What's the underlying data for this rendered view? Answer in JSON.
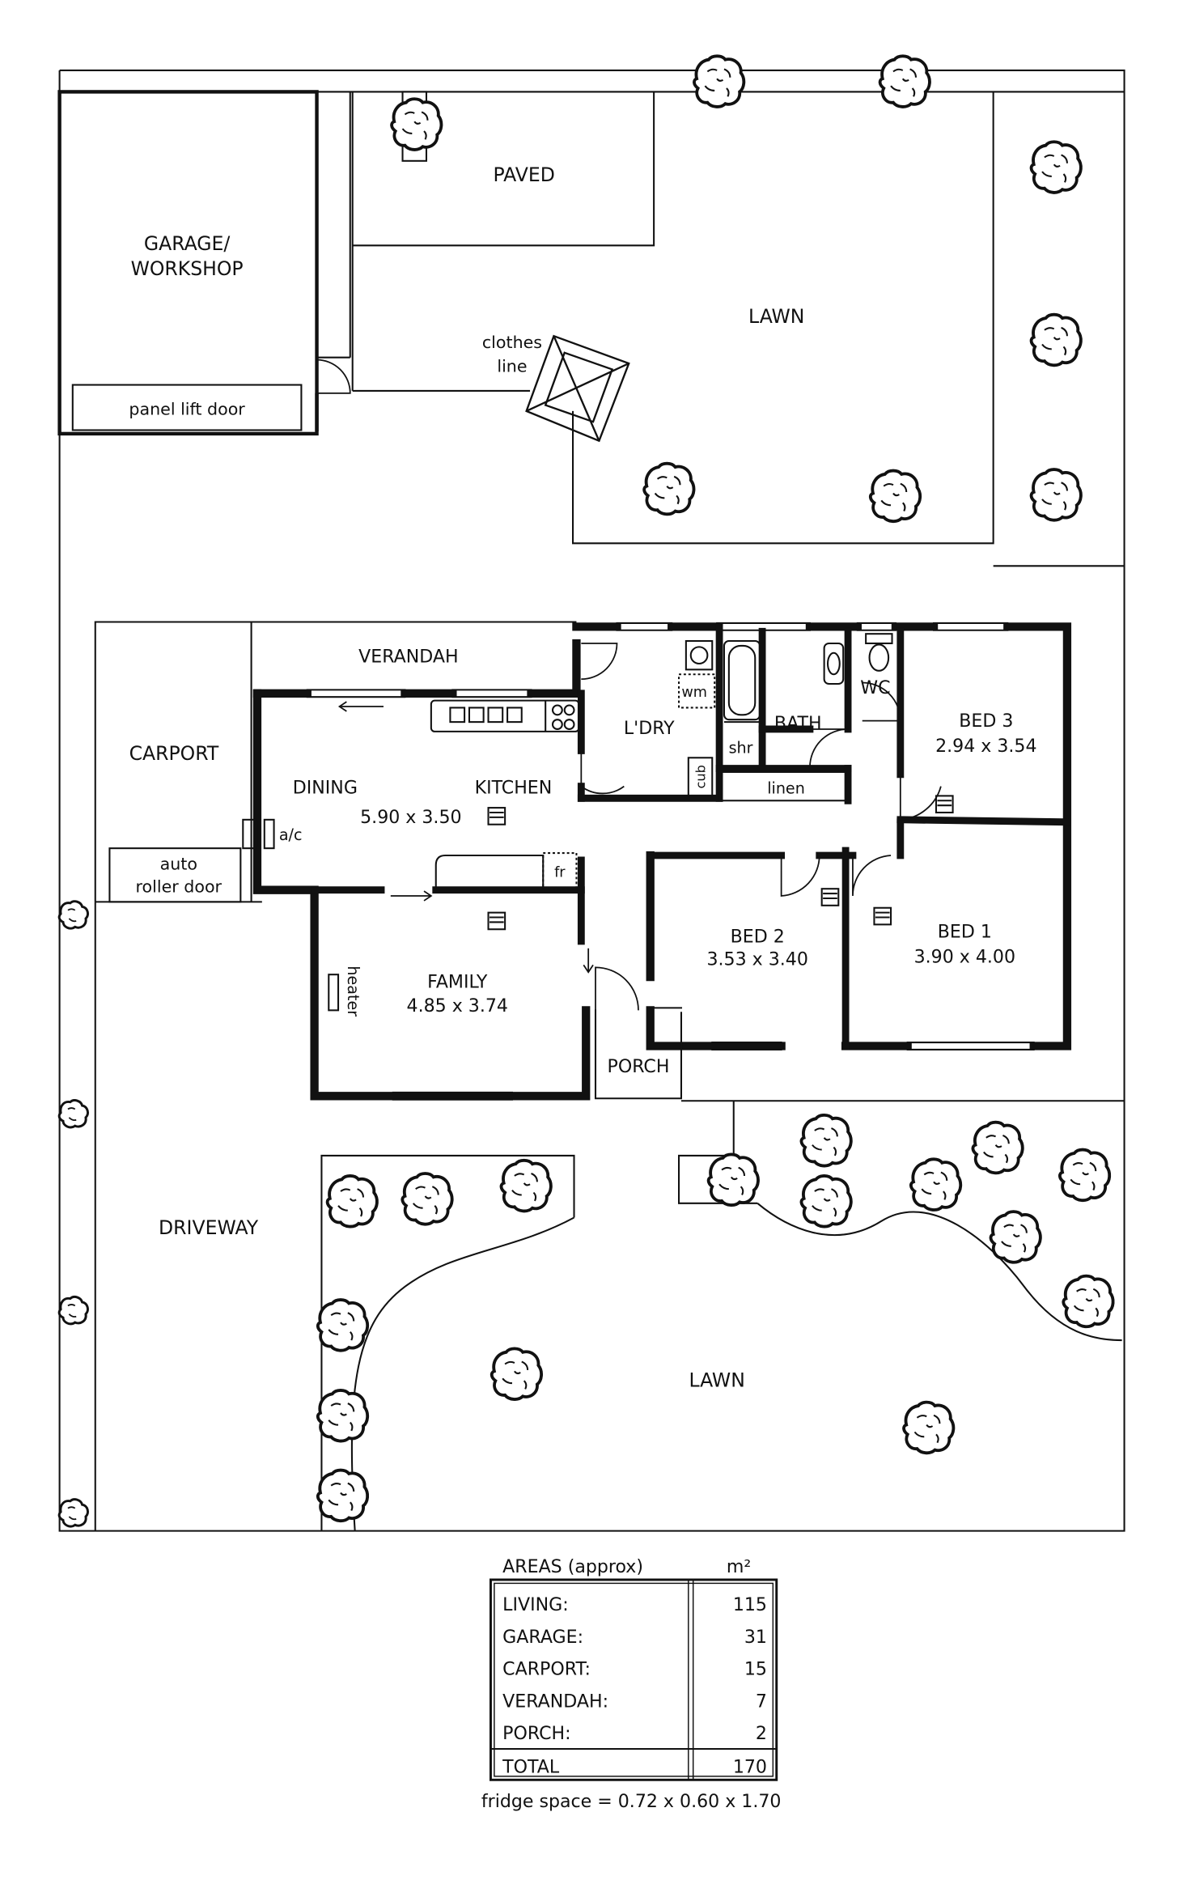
{
  "rooms": {
    "garage": "GARAGE/",
    "garage2": "WORKSHOP",
    "panel_door": "panel lift door",
    "paved": "PAVED",
    "lawn_top": "LAWN",
    "clothes_line_1": "clothes",
    "clothes_line_2": "line",
    "verandah": "VERANDAH",
    "carport": "CARPORT",
    "auto_door_1": "auto",
    "auto_door_2": "roller door",
    "dining": "DINING",
    "kitchen": "KITCHEN",
    "kitchen_dims": "5.90 x 3.50",
    "ac": "a/c",
    "fridge": "fr",
    "laundry": "L'DRY",
    "wm": "wm",
    "cub": "cub",
    "shower": "shr",
    "bath": "BATH",
    "linen": "linen",
    "wc": "WC",
    "bed3": "BED 3",
    "bed3_dims": "2.94 x 3.54",
    "bed2": "BED 2",
    "bed2_dims": "3.53 x 3.40",
    "bed1": "BED 1",
    "bed1_dims": "3.90 x 4.00",
    "family": "FAMILY",
    "family_dims": "4.85 x 3.74",
    "heater": "heater",
    "porch": "PORCH",
    "driveway": "DRIVEWAY",
    "lawn_bottom": "LAWN"
  },
  "areas": {
    "title": "AREAS (approx)",
    "unit": "m²",
    "rows": [
      {
        "label": "LIVING:",
        "value": "115"
      },
      {
        "label": "GARAGE:",
        "value": "31"
      },
      {
        "label": "CARPORT:",
        "value": "15"
      },
      {
        "label": "VERANDAH:",
        "value": "7"
      },
      {
        "label": "PORCH:",
        "value": "2"
      }
    ],
    "total_label": "TOTAL",
    "total_value": "170"
  },
  "fridge_note": "fridge space = 0.72 x 0.60 x 1.70"
}
